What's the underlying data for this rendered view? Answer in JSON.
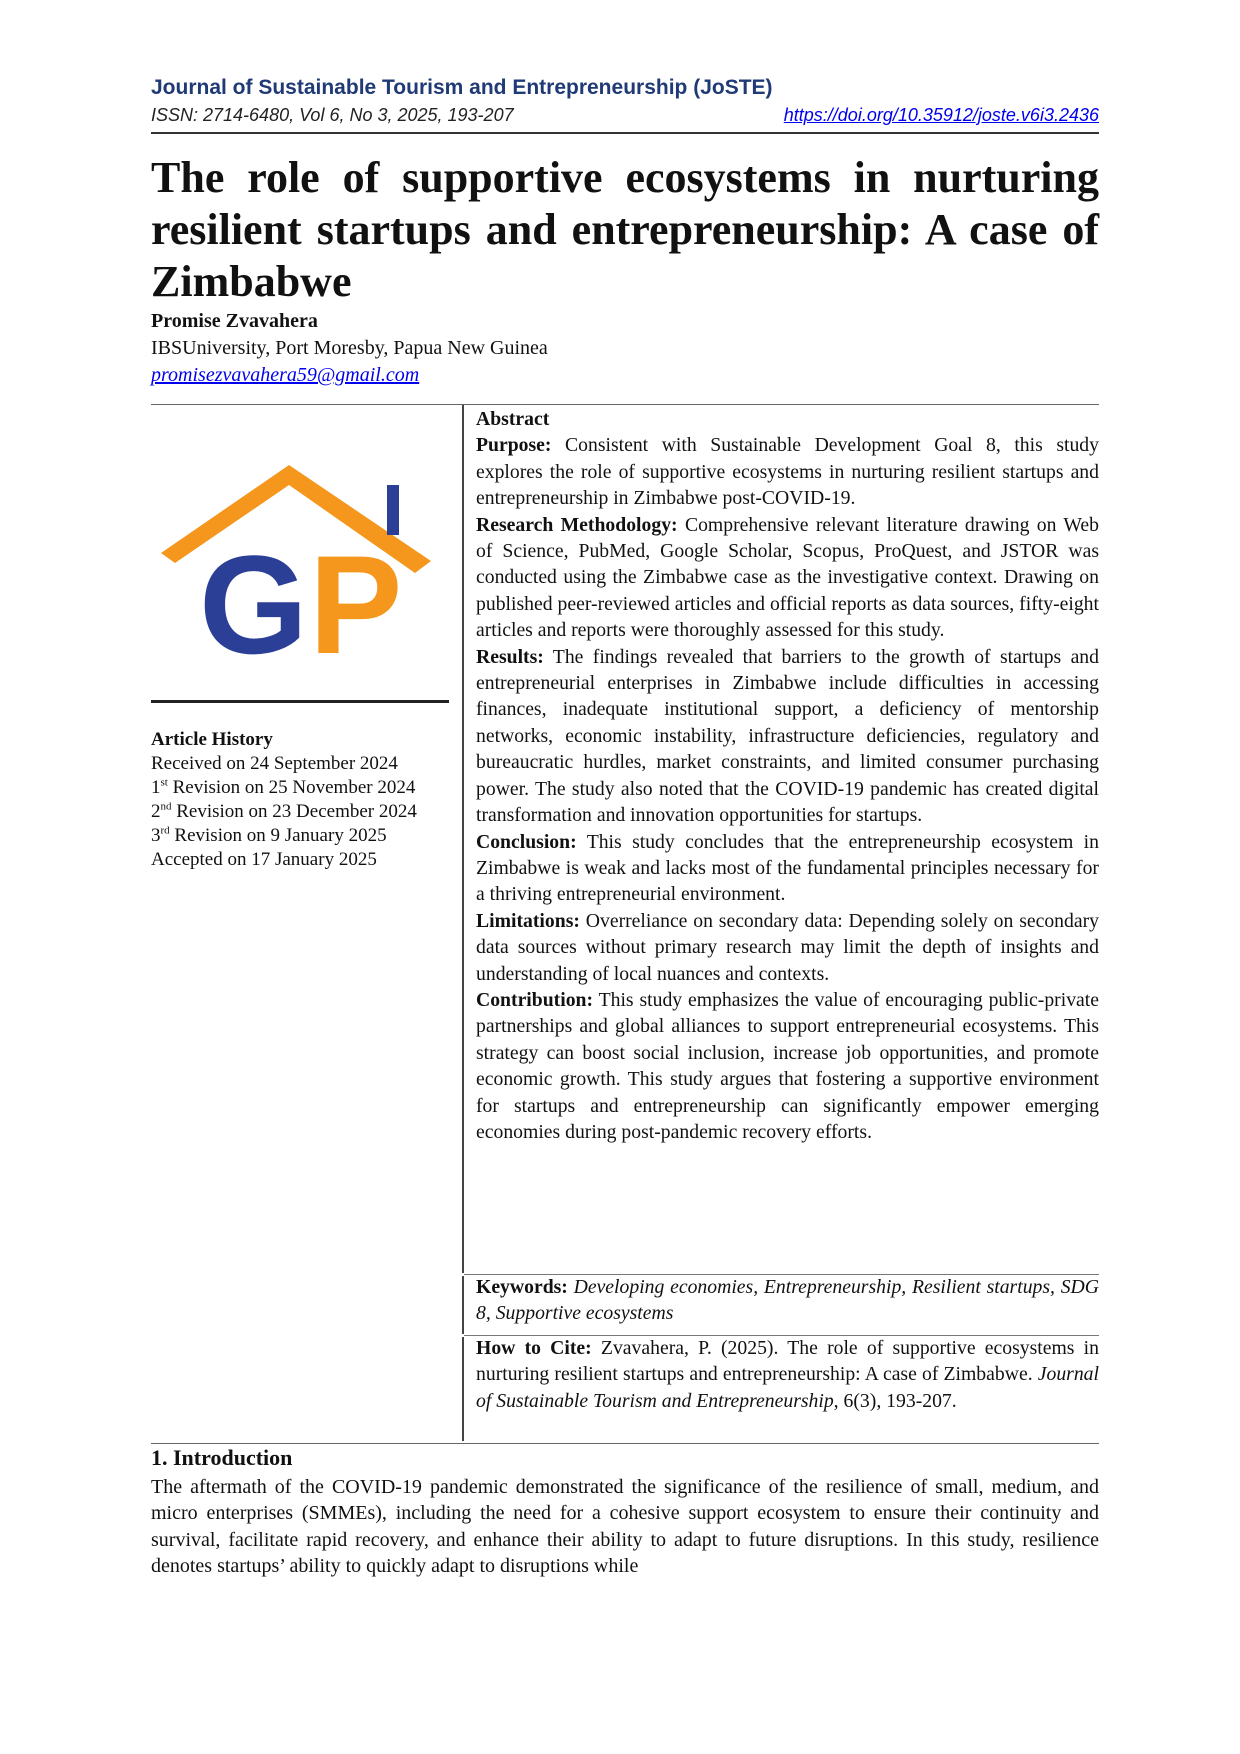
{
  "header": {
    "journal_name": "Journal of Sustainable Tourism and Entrepreneurship (JoSTE)",
    "issn": "ISSN: 2714-6480, Vol 6, No 3, 2025, 193-207",
    "doi": "https://doi.org/10.35912/joste.v6i3.2436"
  },
  "article": {
    "title": "The role of supportive ecosystems in nurturing resilient startups and entrepreneurship: A case of Zimbabwe",
    "author": "Promise Zvavahera",
    "affiliation": "IBSUniversity, Port Moresby, Papua New Guinea",
    "email": "promisezvavahera59@gmail.com"
  },
  "logo": {
    "letters": "GP",
    "roof_color": "#f5961d",
    "g_color": "#2b3f96",
    "p_color": "#f5961d"
  },
  "history": {
    "heading": "Article History",
    "received": "Received on 24 September 2024",
    "rev1_num": "1",
    "rev1_sup": "st",
    "rev1_text": " Revision on 25 November 2024",
    "rev2_num": "2",
    "rev2_sup": "nd",
    "rev2_text": " Revision on 23 December 2024",
    "rev3_num": "3",
    "rev3_sup": "rd",
    "rev3_text": " Revision on 9 January 2025",
    "accepted": "Accepted on 17 January 2025"
  },
  "abstract": {
    "heading": "Abstract",
    "purpose_label": "Purpose:",
    "purpose": " Consistent with Sustainable Development Goal 8, this study explores the role of supportive ecosystems in nurturing resilient startups and entrepreneurship in Zimbabwe post-COVID-19.",
    "method_label": "Research Methodology:",
    "method": " Comprehensive relevant literature drawing on Web of Science, PubMed, Google Scholar, Scopus, ProQuest, and JSTOR was conducted using the Zimbabwe case as the investigative context. Drawing on published peer-reviewed articles and official reports as data sources, fifty-eight articles and reports were thoroughly assessed for this study.",
    "results_label": "Results:",
    "results": " The findings revealed that barriers to the growth of startups and entrepreneurial enterprises in Zimbabwe include difficulties in accessing finances, inadequate institutional support, a deficiency of mentorship networks, economic instability, infrastructure deficiencies, regulatory and bureaucratic hurdles, market constraints, and limited consumer purchasing power. The study also noted that the COVID-19 pandemic has created digital transformation and innovation opportunities for startups.",
    "conclusion_label": "Conclusion:",
    "conclusion": " This study concludes that the entrepreneurship ecosystem in Zimbabwe is weak and lacks most of the fundamental principles necessary for a thriving entrepreneurial environment.",
    "limitations_label": "Limitations:",
    "limitations": " Overreliance on secondary data: Depending solely on secondary data sources without primary research may limit the depth of insights and understanding of local nuances and contexts.",
    "contribution_label": "Contribution:",
    "contribution": " This study emphasizes the value of encouraging public-private partnerships and global alliances to support entrepreneurial ecosystems. This strategy can boost social inclusion, increase job opportunities, and promote economic growth. This study argues that fostering a supportive environment for startups and entrepreneurship can significantly empower emerging economies during post-pandemic recovery efforts."
  },
  "keywords": {
    "label": "Keywords:",
    "text": " Developing economies, Entrepreneurship, Resilient startups, SDG 8, Supportive ecosystems"
  },
  "citation": {
    "label": "How to Cite:",
    "text": " Zvavahera, P. (2025). The role of supportive ecosystems in nurturing resilient startups and entrepreneurship: A case of Zimbabwe. ",
    "journal": "Journal of Sustainable Tourism and Entrepreneurship",
    "details": ", 6(3), 193-207."
  },
  "introduction": {
    "heading": "1. Introduction",
    "text": "The aftermath of the COVID-19 pandemic demonstrated the significance of the resilience of small, medium, and micro enterprises (SMMEs), including the need for a cohesive support ecosystem to ensure their continuity and survival, facilitate rapid recovery, and enhance their ability to adapt to future disruptions. In this study, resilience denotes startups’ ability to quickly adapt to disruptions while"
  }
}
